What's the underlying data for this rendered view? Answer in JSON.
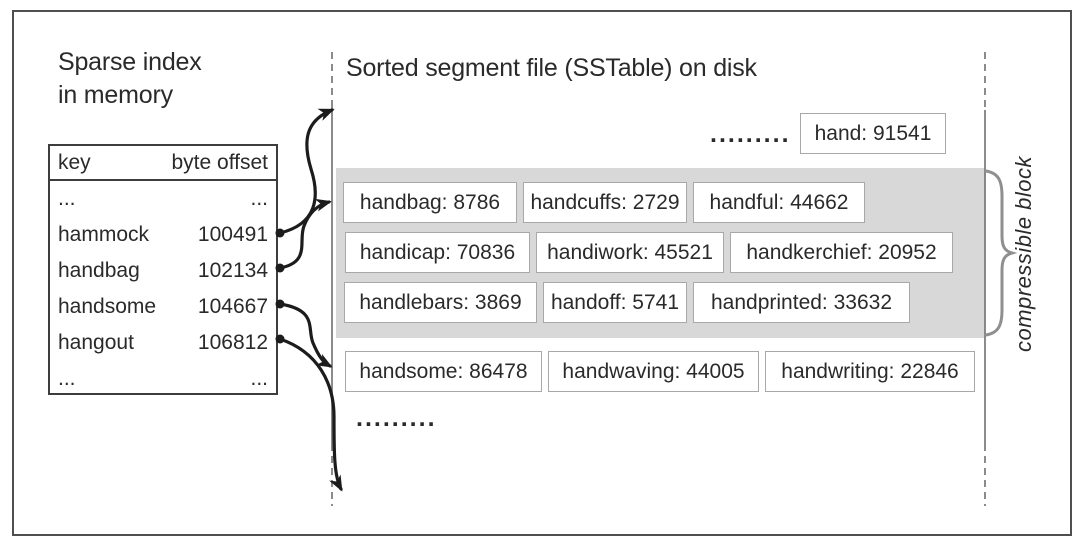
{
  "sparse_index": {
    "title_line1": "Sparse index",
    "title_line2": "in memory",
    "table": {
      "col_key": "key",
      "col_offset": "byte offset",
      "rows": [
        {
          "key": "...",
          "offset": "..."
        },
        {
          "key": "hammock",
          "offset": "100491"
        },
        {
          "key": "handbag",
          "offset": "102134"
        },
        {
          "key": "handsome",
          "offset": "104667"
        },
        {
          "key": "hangout",
          "offset": "106812"
        },
        {
          "key": "...",
          "offset": "..."
        }
      ]
    }
  },
  "segment_file": {
    "title": "Sorted segment file (SSTable) on disk",
    "top_dots": ".........",
    "top_entry": "hand: 91541",
    "block_rows": [
      [
        "handbag: 8786",
        "handcuffs: 2729",
        "handful: 44662"
      ],
      [
        "handicap: 70836",
        "handiwork: 45521",
        "handkerchief: 20952"
      ],
      [
        "handlebars: 3869",
        "handoff: 5741",
        "handprinted: 33632"
      ]
    ],
    "row_after_block": [
      "handsome: 86478",
      "handwaving: 44005",
      "handwriting: 22846"
    ],
    "bottom_dots": "........."
  },
  "annotation": {
    "compressible_block": "compressible block"
  },
  "colors": {
    "text": "#2a2a2a",
    "frame_border": "#4f4f4f",
    "table_border": "#3d3d3d",
    "box_border": "#a8a8a8",
    "block_background": "#d8d8d8",
    "dashed_line": "#777777",
    "arrow": "#1c1c1c",
    "brace": "#8f8f8f"
  }
}
